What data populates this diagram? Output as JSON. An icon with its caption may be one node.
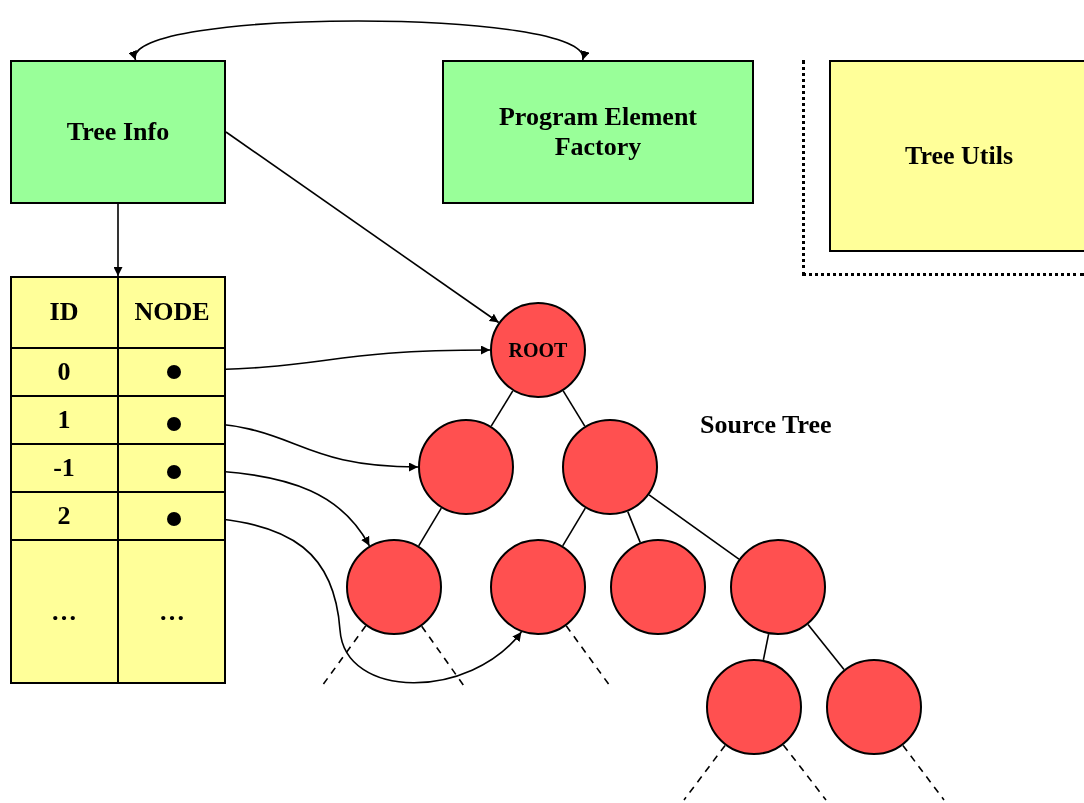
{
  "diagram": {
    "nodes": [
      {
        "text": [
          "Tree Info"
        ]
      },
      {
        "text": [
          "Program Element Factory"
        ]
      },
      {
        "text": [],
        "shape": "box"
      },
      {
        "text": [
          "Tree Utils"
        ],
        "in": 2
      },
      {
        "text": [
          "ID",
          "NODE",
          "0",
          "1",
          "-1",
          "2",
          "…",
          "…"
        ]
      },
      {
        "text": [],
        "shape": "circle",
        "in": 4
      },
      {
        "text": [],
        "shape": "circle",
        "in": 4
      },
      {
        "text": [],
        "shape": "circle",
        "in": 4
      },
      {
        "text": [],
        "shape": "circle",
        "in": 4
      },
      {
        "text": [
          "ROOT"
        ]
      },
      {
        "text": [],
        "shape": "circle"
      },
      {
        "text": [],
        "shape": "circle"
      },
      {
        "text": [],
        "shape": "circle"
      },
      {
        "text": [],
        "shape": "circle"
      },
      {
        "text": [],
        "shape": "circle"
      },
      {
        "text": [],
        "shape": "circle"
      },
      {
        "text": [],
        "shape": "circle"
      },
      {
        "text": [],
        "shape": "circle"
      }
    ],
    "edges": [
      {
        "from": 0,
        "to": 1,
        "arrow": "both"
      },
      {
        "from": 0,
        "to": 4,
        "arrow": "to"
      },
      {
        "from": 0,
        "to": 9,
        "arrow": "to"
      },
      {
        "from": 5,
        "to": 9,
        "arrow": "to"
      },
      {
        "from": 6,
        "to": 10,
        "arrow": "to"
      },
      {
        "from": 7,
        "to": 12,
        "arrow": "to"
      },
      {
        "from": 8,
        "to": 13,
        "arrow": "to"
      },
      {
        "from": 9,
        "to": 10,
        "arrow": "none"
      },
      {
        "from": 9,
        "to": 11,
        "arrow": "none"
      },
      {
        "from": 10,
        "to": 12,
        "arrow": "none"
      },
      {
        "from": 11,
        "to": 13,
        "arrow": "none"
      },
      {
        "from": 11,
        "to": 14,
        "arrow": "none"
      },
      {
        "from": 11,
        "to": 15,
        "arrow": "none"
      },
      {
        "from": 15,
        "to": 16,
        "arrow": "none"
      },
      {
        "from": 15,
        "to": 17,
        "arrow": "none"
      },
      {
        "from": 12,
        "to": null,
        "arrow": "none",
        "style": "dashed"
      },
      {
        "from": 12,
        "to": null,
        "arrow": "none",
        "style": "dashed"
      },
      {
        "from": 13,
        "to": null,
        "arrow": "none",
        "style": "dashed"
      },
      {
        "from": 16,
        "to": null,
        "arrow": "none",
        "style": "dashed"
      },
      {
        "from": 16,
        "to": null,
        "arrow": "none",
        "style": "dashed"
      },
      {
        "from": 17,
        "to": null,
        "arrow": "none",
        "style": "dashed"
      }
    ],
    "labels": [
      "Source Tree"
    ]
  }
}
